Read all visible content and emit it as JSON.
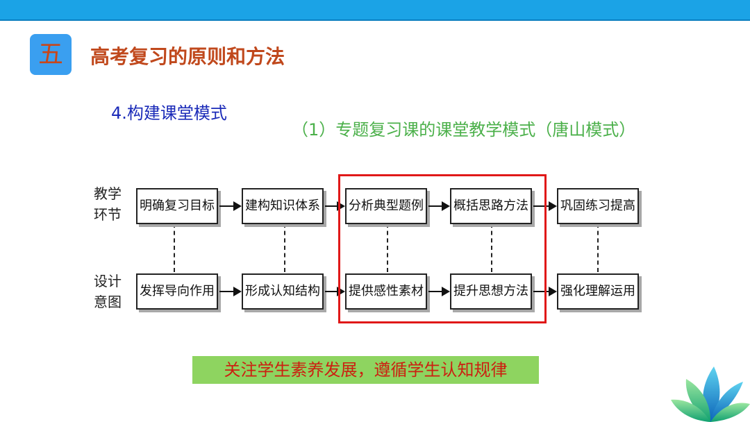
{
  "header": {
    "section_number": "五",
    "title": "高考复习的原则和方法"
  },
  "subtitle": "4.构建课堂模式",
  "subheading": "（1）专题复习课的课堂教学模式（唐山模式）",
  "diagram": {
    "row_labels": {
      "stages": [
        "教学",
        "环节"
      ],
      "intent": [
        "设计",
        "意图"
      ]
    },
    "stage_boxes": [
      "明确复习目标",
      "建构知识体系",
      "分析典型题例",
      "概括思路方法",
      "巩固练习提高"
    ],
    "intent_boxes": [
      "发挥导向作用",
      "形成认知结构",
      "提供感性素材",
      "提升思想方法",
      "强化理解运用"
    ]
  },
  "banner": "关注学生素养发展，遵循学生认知规律",
  "colors": {
    "top_bar": "#1ba3e6",
    "badge": "#3a9ff0",
    "title": "#c0481c",
    "subtitle": "#1a2ab8",
    "subheading": "#4bb04a",
    "highlight_frame": "#e01818",
    "banner_bg": "#8ed460",
    "banner_text": "#cc1f10"
  },
  "icons": {
    "corner_decoration": "lotus-icon"
  }
}
